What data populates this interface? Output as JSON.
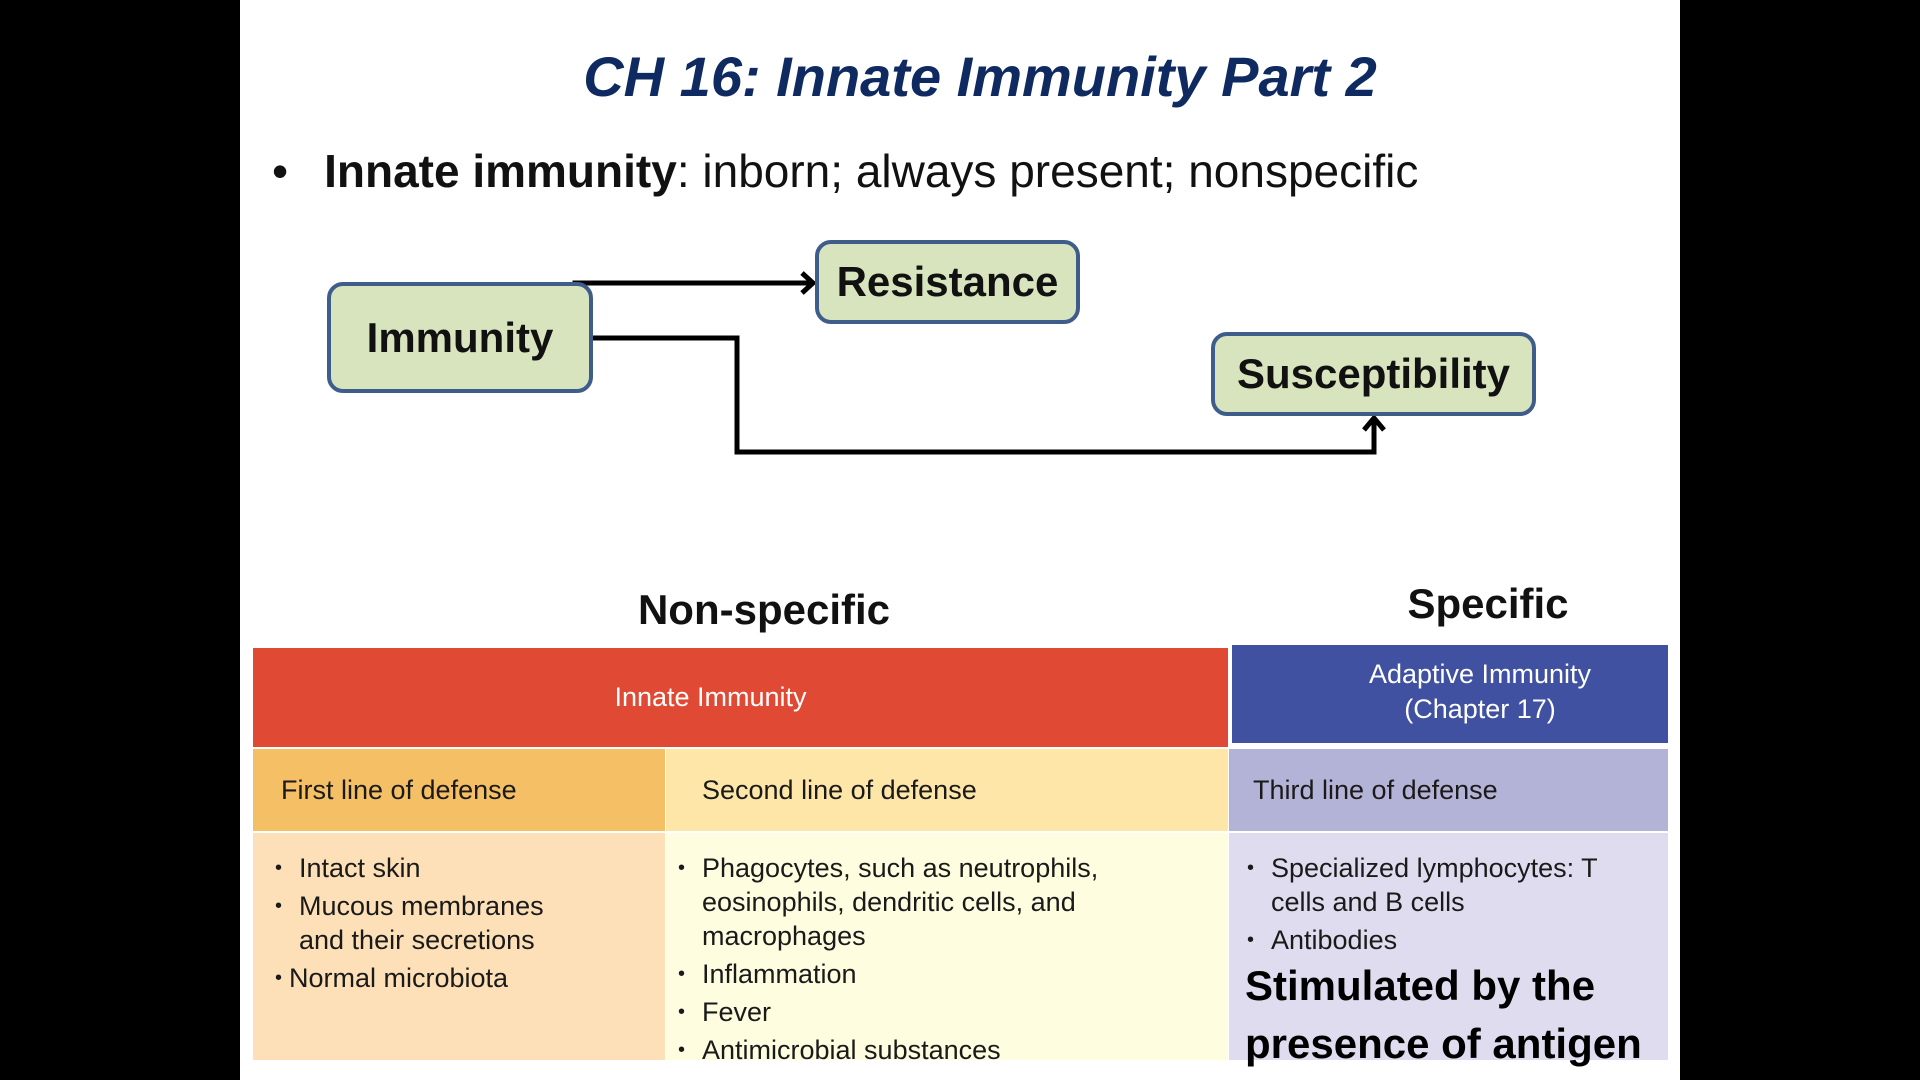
{
  "title": "CH 16:  Innate Immunity Part 2",
  "bullet": {
    "term": "Innate immunity",
    "definition": ": inborn; always present; nonspecific"
  },
  "diagram": {
    "source": "Immunity",
    "outcomes": [
      "Resistance",
      "Susceptibility"
    ]
  },
  "categories": {
    "nonspecific": "Non-specific",
    "specific": "Specific"
  },
  "table": {
    "innate_header": "Innate Immunity",
    "adaptive_header": [
      "Adaptive Immunity",
      "(Chapter 17)"
    ],
    "columns": [
      {
        "heading": "First line of defense",
        "items": [
          "Intact skin",
          "Mucous membranes and their secretions",
          "Normal microbiota"
        ]
      },
      {
        "heading": "Second line of defense",
        "items": [
          "Phagocytes, such as neutrophils, eosinophils, dendritic cells, and macrophages",
          "Inflammation",
          "Fever",
          "Antimicrobial substances"
        ]
      },
      {
        "heading": "Third line of defense",
        "items": [
          "Specialized lymphocytes: T cells and B cells",
          "Antibodies"
        ],
        "note": "Stimulated by the presence of antigen"
      }
    ]
  },
  "colors": {
    "title": "#0f2a60",
    "innate": "#e04a35",
    "adaptive": "#3f51a0",
    "box_fill": "#d8e4bd"
  }
}
